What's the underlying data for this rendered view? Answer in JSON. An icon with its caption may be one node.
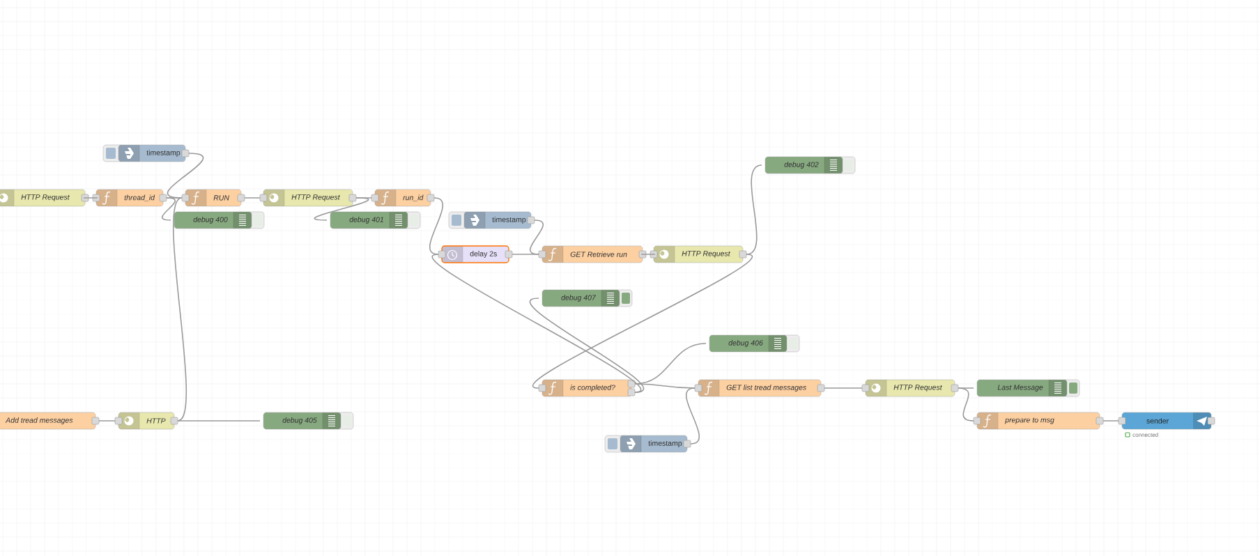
{
  "diagram": {
    "nodes": [
      {
        "text": [
          "timestamp"
        ]
      },
      {
        "text": [
          "HTTP Request"
        ]
      },
      {
        "text": [
          "thread_id"
        ]
      },
      {
        "text": [
          "RUN"
        ]
      },
      {
        "text": [
          "HTTP Request"
        ]
      },
      {
        "text": [
          "run_id"
        ]
      },
      {
        "text": [
          "debug 400"
        ]
      },
      {
        "text": [
          "debug 401"
        ]
      },
      {
        "text": [
          "debug 402"
        ]
      },
      {
        "text": [
          "timestamp"
        ]
      },
      {
        "text": [
          "delay 2s"
        ]
      },
      {
        "text": [
          "GET Retrieve run"
        ]
      },
      {
        "text": [
          "HTTP Request"
        ]
      },
      {
        "text": [
          "debug 407"
        ]
      },
      {
        "text": [
          "debug 406"
        ]
      },
      {
        "text": [
          "is completed?"
        ]
      },
      {
        "text": [
          "GET list tread messages"
        ]
      },
      {
        "text": [
          "HTTP Request"
        ]
      },
      {
        "text": [
          "Last Message"
        ]
      },
      {
        "text": [
          "Add tread messages"
        ]
      },
      {
        "text": [
          "HTTP"
        ]
      },
      {
        "text": [
          "debug 405"
        ]
      },
      {
        "text": [
          "prepare to msg"
        ]
      },
      {
        "text": [
          "sender"
        ],
        "beside": [
          "connected"
        ]
      },
      {
        "text": [
          "timestamp"
        ]
      }
    ],
    "edges": [
      {
        "from": 1,
        "to": 2,
        "arrow": "none"
      },
      {
        "from": 2,
        "to": 3,
        "arrow": "none"
      },
      {
        "from": 2,
        "to": 6,
        "arrow": "none"
      },
      {
        "from": 0,
        "to": 3,
        "arrow": "none"
      },
      {
        "from": 20,
        "to": 3,
        "arrow": "none"
      },
      {
        "from": 3,
        "to": 4,
        "arrow": "none"
      },
      {
        "from": 4,
        "to": 5,
        "arrow": "none"
      },
      {
        "from": 4,
        "to": 7,
        "arrow": "none"
      },
      {
        "from": 5,
        "to": 10,
        "arrow": "none"
      },
      {
        "from": 9,
        "to": 11,
        "arrow": "none"
      },
      {
        "from": 10,
        "to": 11,
        "arrow": "none"
      },
      {
        "from": 11,
        "to": 12,
        "arrow": "none"
      },
      {
        "from": 12,
        "to": 8,
        "arrow": "none"
      },
      {
        "from": 12,
        "to": 15,
        "arrow": "none"
      },
      {
        "from": 15,
        "to": 14,
        "arrow": "none"
      },
      {
        "from": 15,
        "to": 16,
        "arrow": "none"
      },
      {
        "from": 15,
        "to": 10,
        "arrow": "none"
      },
      {
        "from": 15,
        "to": 13,
        "arrow": "none"
      },
      {
        "from": 24,
        "to": 16,
        "arrow": "none"
      },
      {
        "from": 16,
        "to": 17,
        "arrow": "none"
      },
      {
        "from": 17,
        "to": 18,
        "arrow": "none"
      },
      {
        "from": 17,
        "to": 22,
        "arrow": "none"
      },
      {
        "from": 22,
        "to": 23,
        "arrow": "none"
      },
      {
        "from": 19,
        "to": 20,
        "arrow": "none"
      },
      {
        "from": 20,
        "to": 21,
        "arrow": "none"
      }
    ]
  }
}
